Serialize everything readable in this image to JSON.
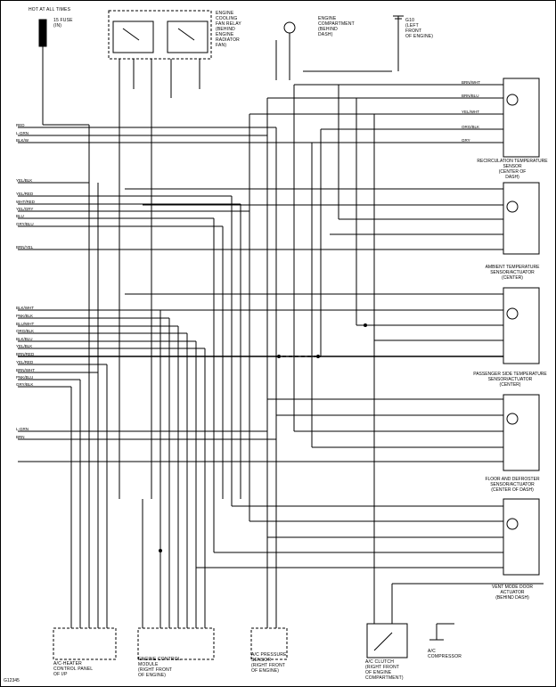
{
  "hot_at_all_times": "HOT AT ALL TIMES",
  "fuse_label": "15 FUSE\n(IN)",
  "relay_label": "ENGINE\nCOOLING\nFAN RELAY\n(BEHIND\nENGINE\nRADIATOR\nFAN)",
  "connector_label": "ENGINE\nCOMPARTMENT\n(BEHIND\nDASH)",
  "ground_label": "G10\n(LEFT\nFRONT\nOF ENGINE)",
  "sensor_labels": [
    "RECIRCULATION TEMPERATURE\nSENSOR\n(CENTER OF\nDASH)",
    "AMBIENT TEMPERATURE\nSENSOR/ACTUATOR\n(CENTER)",
    "PASSENGER SIDE TEMPERATURE\nSENSOR/ACTUATOR\n(CENTER)",
    "FLOOR AND DEFROSTER\nSENSOR/ACTUATOR\n(CENTER OF DASH)",
    "VENT MODE DOOR\nACTUATOR\n(BEHIND DASH)"
  ],
  "bottom_labels": {
    "ac_heater": "A/C-HEATER\nCONTROL PANEL\nOF I/P",
    "ecm": "ENGINE CONTROL\nMODULE\n(RIGHT FRONT\nOF ENGINE)",
    "pressure": "A/C PRESSURE\nSENSOR\n(RIGHT FRONT\nOF ENGINE)",
    "clutch": "A/C CLUTCH\n(RIGHT FRONT\nOF ENGINE\nCOMPARTMENT)",
    "compressor": "A/C\nCOMPRESSOR"
  },
  "left_wires": [
    "RED",
    "L-GRN",
    "BLK/W",
    "YEL/BLK",
    "YEL/RED",
    "WHT/RED",
    "YEL/GRY",
    "BLU",
    "GRY/BLU",
    "BRN/YEL",
    "BLK/WHT",
    "PNK/BLK",
    "BLU/WHT",
    "ORG/BLK",
    "BLK/BLU",
    "YEL/BLK",
    "BRN/RED",
    "YEL/RED",
    "BRN/WHT",
    "PNK/BLU",
    "GRY/BLK",
    "L-GRN",
    "BRN"
  ],
  "sensor_wires": [
    "BRN/WHT",
    "BRN/BLU",
    "YEL/WHT",
    "ORG/BLK",
    "GRY"
  ],
  "figure_number": "G12345"
}
